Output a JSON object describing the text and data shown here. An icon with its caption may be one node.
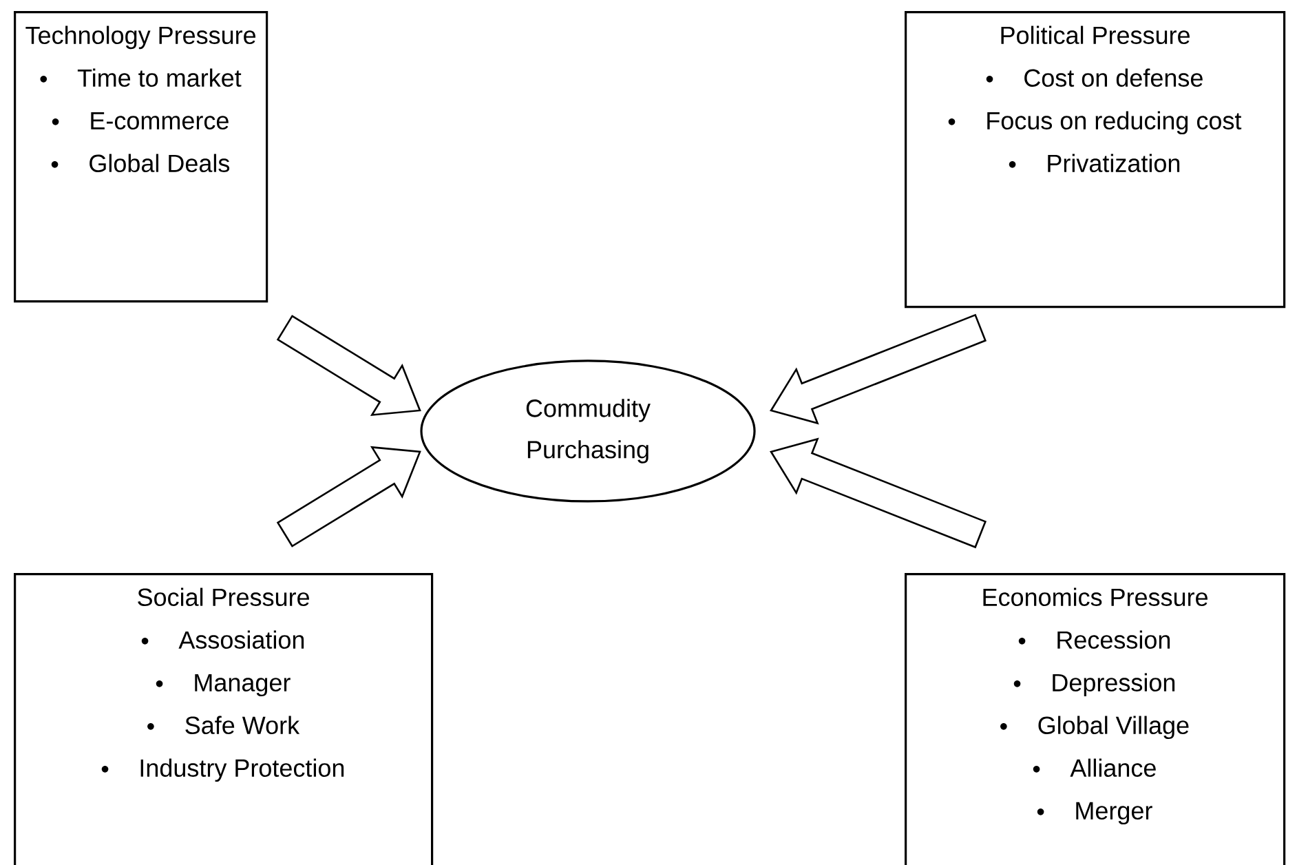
{
  "diagram": {
    "nodes": [
      {
        "text": [
          "Technology Pressure",
          "Time to market",
          "E-commerce",
          "Global Deals"
        ]
      },
      {
        "text": [
          "Political Pressure",
          "Cost on defense",
          "Focus on reducing cost",
          "Privatization"
        ]
      },
      {
        "text": [
          "Commudity Purchasing"
        ]
      },
      {
        "text": [
          "Social Pressure",
          "Assosiation",
          "Manager",
          "Safe Work",
          "Industry Protection"
        ]
      },
      {
        "text": [
          "Economics Pressure",
          "Recession",
          "Depression",
          "Global Village",
          "Alliance",
          "Merger"
        ]
      }
    ],
    "edges": [
      {
        "from": 0,
        "to": 2,
        "arrow": "to"
      },
      {
        "from": 1,
        "to": 2,
        "arrow": "to"
      },
      {
        "from": 3,
        "to": 2,
        "arrow": "to"
      },
      {
        "from": 4,
        "to": 2,
        "arrow": "to"
      }
    ]
  }
}
